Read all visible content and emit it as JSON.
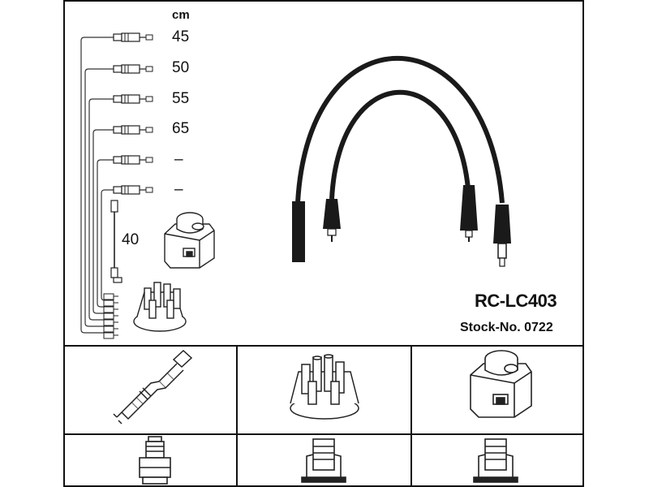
{
  "diagram": {
    "unit": "cm",
    "lengths": [
      "45",
      "50",
      "55",
      "65",
      "–",
      "–"
    ],
    "coil_lead_length": "40",
    "part_number": "RC-LC403",
    "stock_number": "Stock-No. 0722"
  },
  "panels": [
    {
      "name": "spark-plug"
    },
    {
      "name": "distributor-cap"
    },
    {
      "name": "ignition-coil"
    }
  ]
}
